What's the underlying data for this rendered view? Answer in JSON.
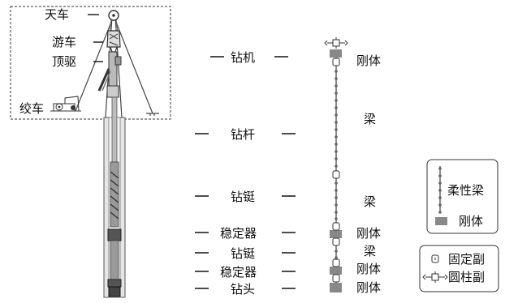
{
  "rig_labels": {
    "crown_block": "天车",
    "traveling_block": "游车",
    "top_drive": "顶驱",
    "winch": "绞车"
  },
  "components": {
    "rig": "钻机",
    "drill_pipe": "钻杆",
    "drill_collar_1": "钻铤",
    "stabilizer_1": "稳定器",
    "drill_collar_2": "钻铤",
    "stabilizer_2": "稳定器",
    "bit": "钻头"
  },
  "model_labels": {
    "rig": "刚体",
    "drill_pipe": "梁",
    "drill_collar_1": "梁",
    "stabilizer_1": "刚体",
    "drill_collar_2": "梁",
    "stabilizer_2": "刚体",
    "bit": "刚体"
  },
  "legend_elements": {
    "flexible_beam": "柔性梁",
    "rigid_body": "刚体"
  },
  "legend_joints": {
    "fixed_joint": "固定副",
    "cylindrical_joint": "圆柱副"
  }
}
